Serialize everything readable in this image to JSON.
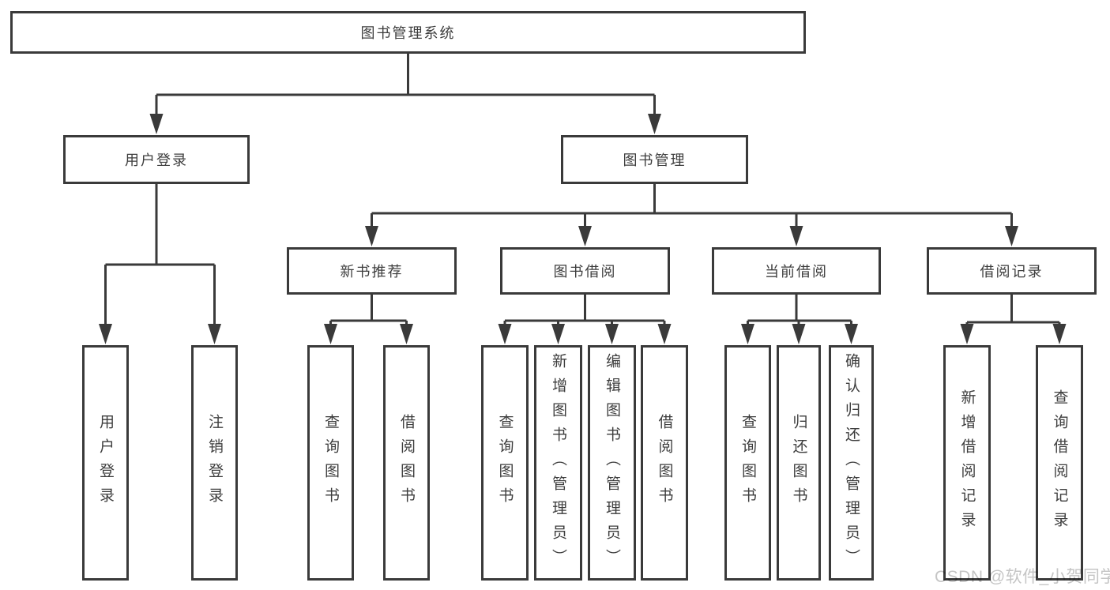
{
  "diagram": {
    "title": "图书管理系统",
    "nodes": [
      {
        "id": "root",
        "label": "图书管理系统",
        "level": 1,
        "vertical": false
      },
      {
        "id": "user-login",
        "label": "用户登录",
        "level": 2,
        "vertical": false
      },
      {
        "id": "book-mgmt",
        "label": "图书管理",
        "level": 2,
        "vertical": false
      },
      {
        "id": "new-book-rec",
        "label": "新书推荐",
        "level": 3,
        "vertical": false
      },
      {
        "id": "book-borrow",
        "label": "图书借阅",
        "level": 3,
        "vertical": false
      },
      {
        "id": "current-borrow",
        "label": "当前借阅",
        "level": 3,
        "vertical": false
      },
      {
        "id": "borrow-record",
        "label": "借阅记录",
        "level": 3,
        "vertical": false
      },
      {
        "id": "leaf-user-login",
        "label": "用户登录",
        "level": 4,
        "vertical": true
      },
      {
        "id": "leaf-logout",
        "label": "注销登录",
        "level": 4,
        "vertical": true
      },
      {
        "id": "leaf-query-book-1",
        "label": "查询图书",
        "level": 4,
        "vertical": true
      },
      {
        "id": "leaf-borrow-book-1",
        "label": "借阅图书",
        "level": 4,
        "vertical": true
      },
      {
        "id": "leaf-query-book-2",
        "label": "查询图书",
        "level": 4,
        "vertical": true
      },
      {
        "id": "leaf-add-book",
        "label": "新增图书（管理员）",
        "level": 4,
        "vertical": true
      },
      {
        "id": "leaf-edit-book",
        "label": "编辑图书（管理员）",
        "level": 4,
        "vertical": true
      },
      {
        "id": "leaf-borrow-book-2",
        "label": "借阅图书",
        "level": 4,
        "vertical": true
      },
      {
        "id": "leaf-query-book-3",
        "label": "查询图书",
        "level": 4,
        "vertical": true
      },
      {
        "id": "leaf-return-book",
        "label": "归还图书",
        "level": 4,
        "vertical": true
      },
      {
        "id": "leaf-confirm-return",
        "label": "确认归还（管理员）",
        "level": 4,
        "vertical": true
      },
      {
        "id": "leaf-add-borrow-record",
        "label": "新增借阅记录",
        "level": 4,
        "vertical": true
      },
      {
        "id": "leaf-query-borrow-record",
        "label": "查询借阅记录",
        "level": 4,
        "vertical": true
      }
    ],
    "edges": [
      {
        "from": "root",
        "to": [
          "user-login",
          "book-mgmt"
        ]
      },
      {
        "from": "user-login",
        "to": [
          "leaf-user-login",
          "leaf-logout"
        ]
      },
      {
        "from": "book-mgmt",
        "to": [
          "new-book-rec",
          "book-borrow",
          "current-borrow",
          "borrow-record"
        ]
      },
      {
        "from": "new-book-rec",
        "to": [
          "leaf-query-book-1",
          "leaf-borrow-book-1"
        ]
      },
      {
        "from": "book-borrow",
        "to": [
          "leaf-query-book-2",
          "leaf-add-book",
          "leaf-edit-book",
          "leaf-borrow-book-2"
        ]
      },
      {
        "from": "current-borrow",
        "to": [
          "leaf-query-book-3",
          "leaf-return-book",
          "leaf-confirm-return"
        ]
      },
      {
        "from": "borrow-record",
        "to": [
          "leaf-add-borrow-record",
          "leaf-query-borrow-record"
        ]
      }
    ]
  },
  "watermark": {
    "text": "CSDN @软件_小贺同学"
  },
  "colors": {
    "line": "#3a3a3a",
    "box_border": "#3a3a3a",
    "text": "#3d3d3d",
    "background": "#ffffff",
    "watermark_text": "#c5c5c5"
  }
}
